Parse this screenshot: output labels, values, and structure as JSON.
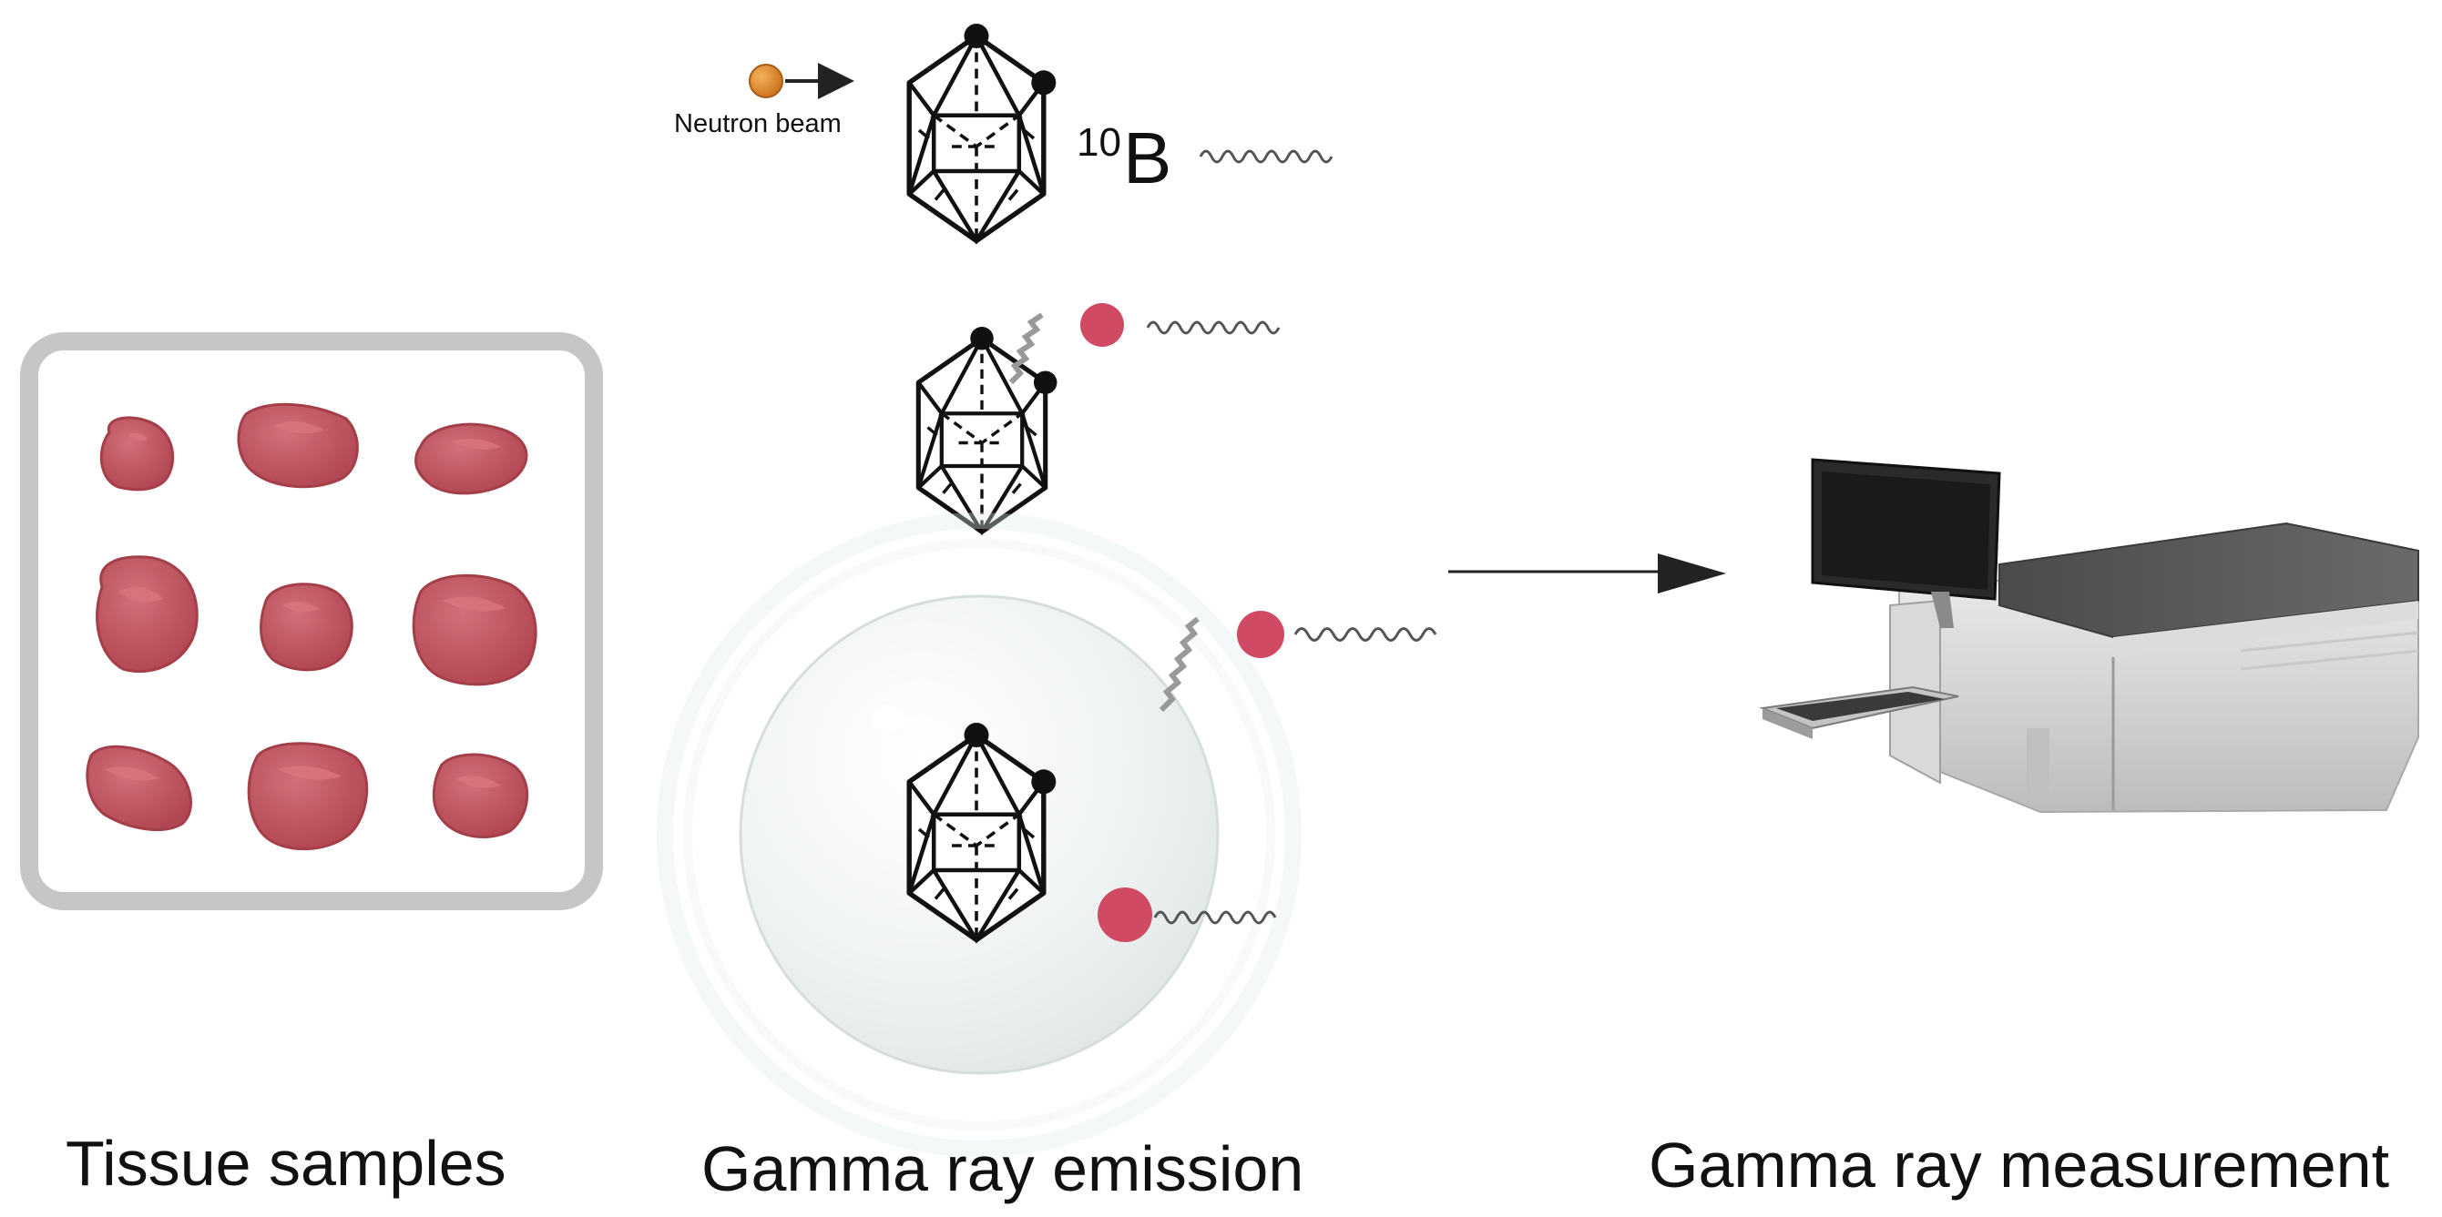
{
  "captions": {
    "tissue": "Tissue samples",
    "emission": "Gamma ray emission",
    "measurement": "Gamma ray measurement"
  },
  "labels": {
    "neutron_beam": "Neutron beam",
    "isotope_mass": "10",
    "isotope_symbol": "B"
  },
  "colors": {
    "tissue": "#b94d55",
    "tissue_highlight": "#cf6a70",
    "gamma_particle": "#d14a63",
    "neutron": "#e08a2a",
    "tray": "#c8c8c8",
    "cell": "#e9eeee"
  }
}
